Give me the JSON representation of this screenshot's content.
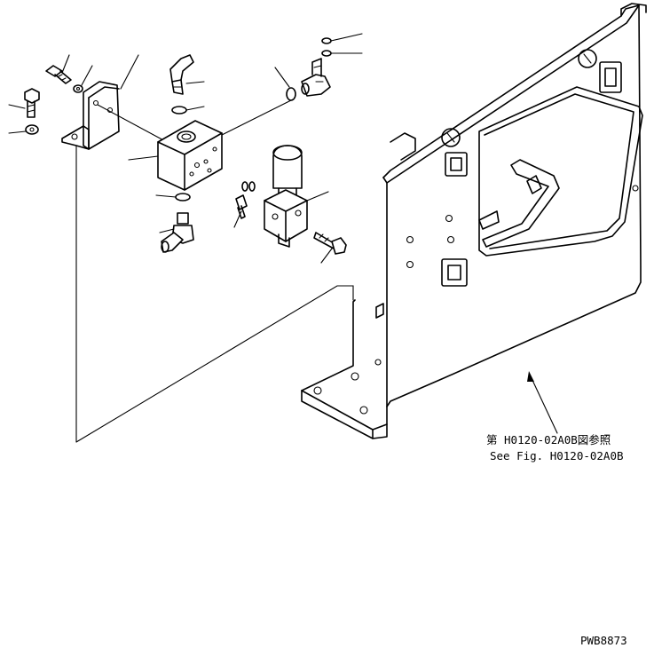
{
  "reference": {
    "line_jp": "第 H0120-02A0B図参照",
    "line_en": "See Fig. H0120-02A0B"
  },
  "drawing_number": "PWB8873"
}
